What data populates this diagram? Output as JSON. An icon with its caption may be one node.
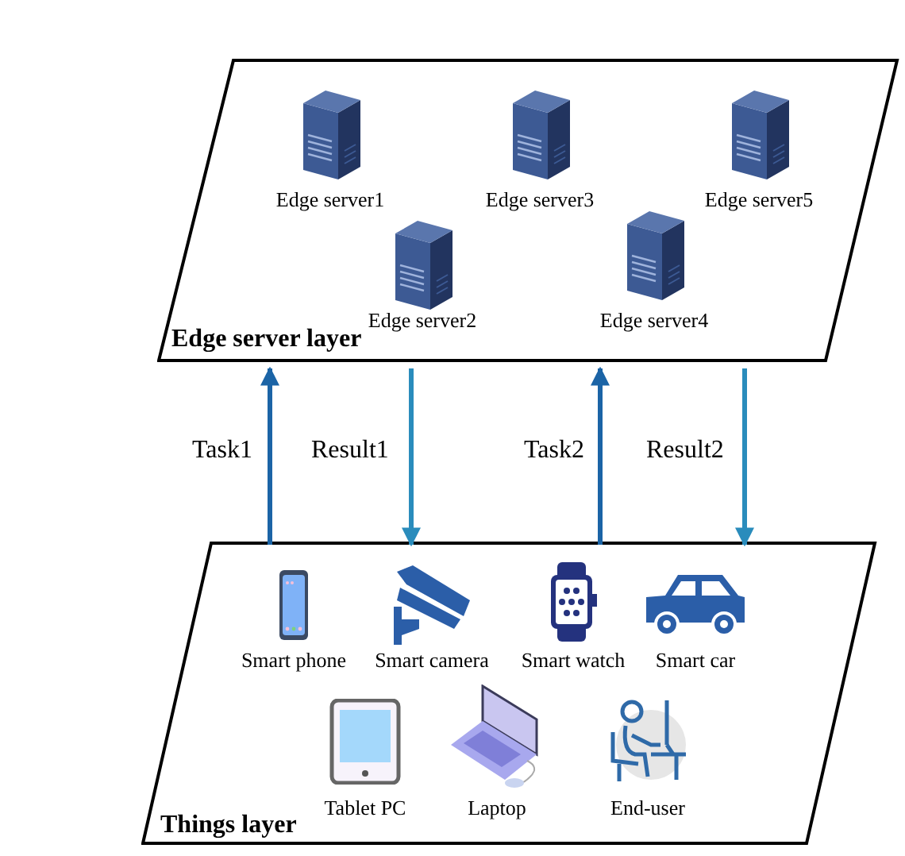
{
  "diagram": {
    "nodes": [
      {
        "text": [
          "Edge server layer"
        ]
      },
      {
        "text": [
          "Edge server1"
        ],
        "in": 0
      },
      {
        "text": [
          "Edge server3"
        ],
        "in": 0
      },
      {
        "text": [
          "Edge server5"
        ],
        "in": 0
      },
      {
        "text": [
          "Edge server2"
        ],
        "in": 0
      },
      {
        "text": [
          "Edge server4"
        ],
        "in": 0
      },
      {
        "text": [
          "Things layer"
        ]
      },
      {
        "text": [
          "Smart phone"
        ],
        "in": 6
      },
      {
        "text": [
          "Smart camera"
        ],
        "in": 6
      },
      {
        "text": [
          "Smart watch"
        ],
        "in": 6
      },
      {
        "text": [
          "Smart car"
        ],
        "in": 6
      },
      {
        "text": [
          "Tablet PC"
        ],
        "in": 6
      },
      {
        "text": [
          "Laptop"
        ],
        "in": 6
      },
      {
        "text": [
          "End-user"
        ],
        "in": 6
      }
    ],
    "edges": [
      {
        "from": 6,
        "to": 0,
        "arrow": "to",
        "label": "Task1",
        "color": "#1b64a6"
      },
      {
        "from": 0,
        "to": 6,
        "arrow": "to",
        "label": "Result1",
        "color": "#2a8cbc"
      },
      {
        "from": 6,
        "to": 0,
        "arrow": "to",
        "label": "Task2",
        "color": "#1b64a6"
      },
      {
        "from": 0,
        "to": 6,
        "arrow": "to",
        "label": "Result2",
        "color": "#2a8cbc"
      }
    ]
  }
}
